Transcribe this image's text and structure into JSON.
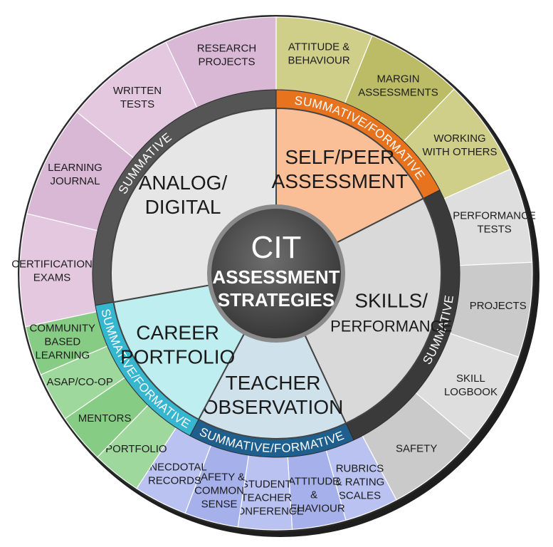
{
  "hub": {
    "title": "CIT",
    "subtitle": [
      "ASSESSMENT",
      "STRATEGIES"
    ]
  },
  "sections": [
    {
      "id": "analog",
      "label": [
        "ANALOG/",
        "DIGITAL"
      ],
      "band": "SUMMATIVE",
      "band_color": "#555555",
      "inner_color": "#e6e6e6",
      "outer_color": "#e3c8e0",
      "outer_color_alt": "#d9b8d6",
      "items": [
        [
          "CERTIFICATION",
          "EXAMS"
        ],
        [
          "LEARNING",
          "JOURNAL"
        ],
        [
          "WRITTEN",
          "TESTS"
        ],
        [
          "RESEARCH",
          "PROJECTS"
        ]
      ]
    },
    {
      "id": "selfpeer",
      "label": [
        "SELF/PEER",
        "ASSESSMENT"
      ],
      "band": "SUMMATIVE/FORMATIVE",
      "band_color": "#e8731e",
      "inner_color": "#fbbf98",
      "outer_color": "#cfcf8a",
      "outer_color_alt": "#bcbc66",
      "items": [
        [
          "ATTITUDE &",
          "BEHAVIOUR"
        ],
        [
          "MARGIN",
          "ASSESSMENTS"
        ],
        [
          "WORKING",
          "WITH OTHERS"
        ]
      ]
    },
    {
      "id": "skills",
      "label": [
        "SKILLS/",
        "PERFORMANCE"
      ],
      "band": "SUMMATIVE",
      "band_color": "#3a3a3a",
      "inner_color": "#d9d9d9",
      "outer_color": "#dedede",
      "outer_color_alt": "#cacaca",
      "items": [
        [
          "PERFORMANCE",
          "TESTS"
        ],
        [
          "PROJECTS"
        ],
        [
          "SKILL",
          "LOGBOOK"
        ],
        [
          "SAFETY"
        ]
      ]
    },
    {
      "id": "teacher",
      "label": [
        "TEACHER",
        "OBSERVATION"
      ],
      "band": "SUMMATIVE/FORMATIVE",
      "band_color": "#1f5f8e",
      "inner_color": "#cfe1ea",
      "outer_color": "#b9c2f0",
      "outer_color_alt": "#a6b0ea",
      "items": [
        [
          "RUBRICS",
          "& RATING",
          "SCALES"
        ],
        [
          "ATTITUDE",
          "&",
          "BEHAVIOUR"
        ],
        [
          "STUDENT",
          "TEACHER",
          "CONFERENCE"
        ],
        [
          "SAFETY &",
          "COMMON",
          "SENSE"
        ],
        [
          "ANECDOTAL",
          "RECORDS"
        ]
      ]
    },
    {
      "id": "career",
      "label": [
        "CAREER",
        "PORTFOLIO"
      ],
      "band": "SUMMATIVE/FORMATIVE",
      "band_color": "#36b6cf",
      "inner_color": "#bfeef0",
      "outer_color": "#9fd89c",
      "outer_color_alt": "#87cc84",
      "items": [
        [
          "PORTFOLIO"
        ],
        [
          "MENTORS"
        ],
        [
          "ASAP/CO-OP"
        ],
        [
          "COMMUNITY",
          "BASED",
          "LEARNING"
        ]
      ]
    }
  ]
}
